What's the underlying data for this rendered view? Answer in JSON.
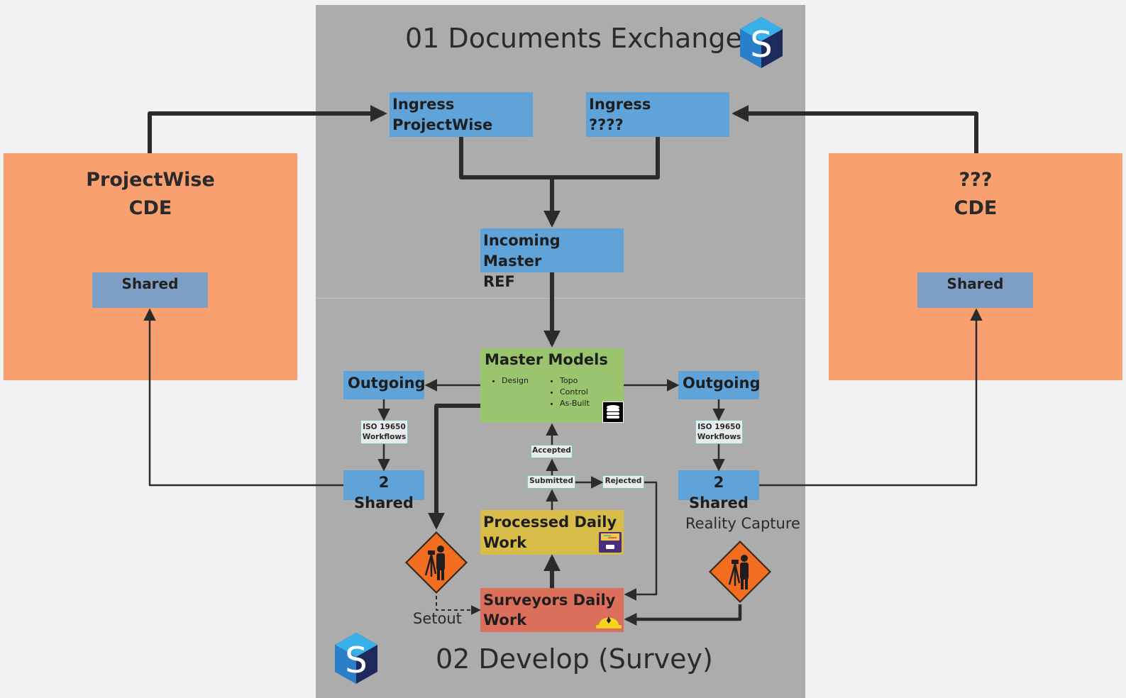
{
  "panel": {
    "top_title": "01 Documents Exchange",
    "bottom_title": "02 Develop (Survey)"
  },
  "left_cde": {
    "line1": "ProjectWise",
    "line2": "CDE",
    "shared": "Shared"
  },
  "right_cde": {
    "line1": "???",
    "line2": "CDE",
    "shared": "Shared"
  },
  "ingress_left": {
    "line1": "Ingress",
    "line2": "ProjectWise"
  },
  "ingress_right": {
    "line1": "Ingress",
    "line2": "????"
  },
  "incoming": {
    "line1": "Incoming Master",
    "line2": "REF"
  },
  "master": {
    "title": "Master Models",
    "col1": [
      "Design"
    ],
    "col2": [
      "Topo",
      "Control",
      "As-Built"
    ]
  },
  "outgoing_left": "Outgoing",
  "outgoing_right": "Outgoing",
  "iso_left": {
    "line1": "ISO 19650",
    "line2": "Workflows"
  },
  "iso_right": {
    "line1": "ISO 19650",
    "line2": "Workflows"
  },
  "shared2_left": "2 Shared",
  "shared2_right": "2 Shared",
  "accepted": "Accepted",
  "submitted": "Submitted",
  "rejected": "Rejected",
  "processed": {
    "line1": "Processed Daily",
    "line2": "Work"
  },
  "surveyors": {
    "line1": "Surveyors Daily",
    "line2": "Work"
  },
  "setout": "Setout",
  "reality_capture": "Reality Capture",
  "icons": {
    "logo": "s-cube-logo-icon",
    "database": "database-icon",
    "archive": "archive-box-icon",
    "hardhat": "hard-hat-icon",
    "surveyor_sign": "surveyor-warning-sign-icon"
  },
  "colors": {
    "panel": "#acacac",
    "cde": "#f8a070",
    "blue": "#5fa3d9",
    "green": "#9bc46e",
    "yellow": "#d9bd4a",
    "red": "#dc6f5b",
    "sign": "#f26d1f"
  }
}
